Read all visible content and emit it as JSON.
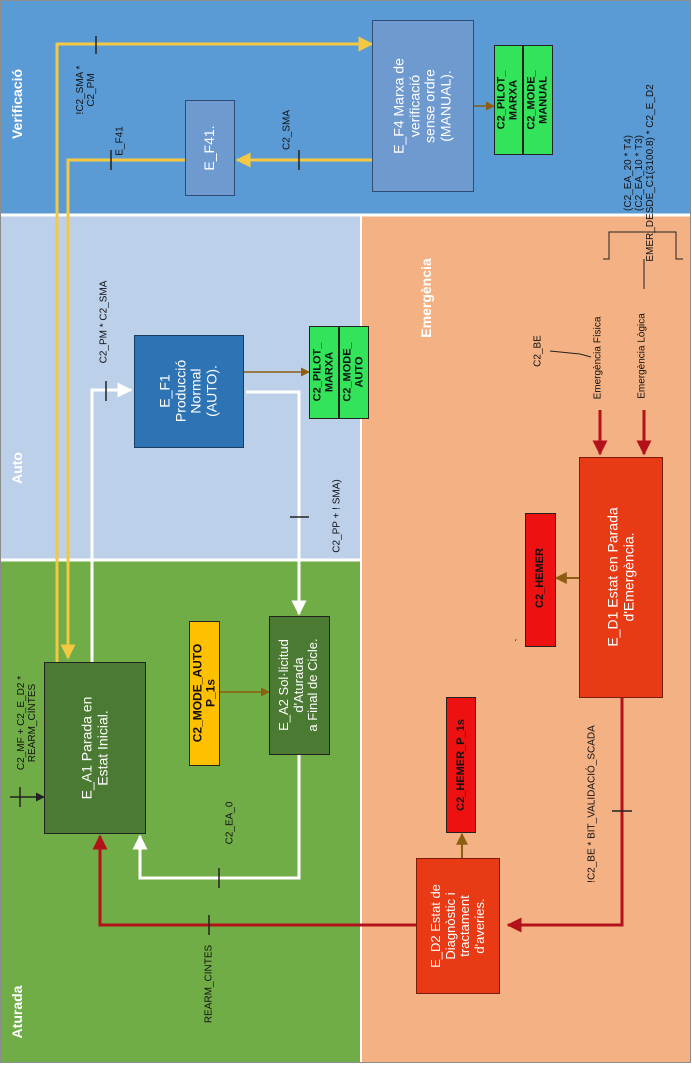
{
  "lanes": {
    "verificacio": "Verificació",
    "auto": "Auto",
    "aturada": "Aturada",
    "emergencia": "Emergència"
  },
  "states": {
    "e_f4": [
      "E_F4 Marxa de",
      "verificació",
      "sense ordre",
      "(MANUAL)."
    ],
    "e_f41": [
      "E_F41."
    ],
    "e_f1": [
      "E_F1",
      "Producció",
      "Normal",
      "(AUTO)."
    ],
    "e_a1": [
      "E_A1 Parada en",
      "Estat Inicial."
    ],
    "e_a2": [
      "E_A2 Sol·licitud",
      "d'Aturada",
      "a Final de Cicle."
    ],
    "e_d1": [
      "E_D1 Estat en Parada",
      "d'Emergència."
    ],
    "e_d2": [
      "E_D2 Estat de",
      "Diagnòstic i",
      "tractament",
      "d'averies."
    ]
  },
  "actions": {
    "pilot_marxa_f4": [
      "C2_PILOT_",
      "MARXA"
    ],
    "mode_manual": [
      "C2_MODE_",
      "MANUAL"
    ],
    "pilot_marxa_f1": [
      "C2_PILOT_",
      "MARXA"
    ],
    "mode_auto": [
      "C2_MODE_",
      "AUTO"
    ],
    "mode_auto_p1s": [
      "C2_MODE_AUTO",
      "P_1s"
    ],
    "hemer": "C2_HEMER",
    "hemer_p1s": "C2_HEMER_P_1s"
  },
  "conditions": {
    "sma_pm": [
      "!C2_SMA *",
      "C2_PM"
    ],
    "e_f41": "E_F41",
    "c2_sma": "C2_SMA",
    "pm_sma": "C2_PM * C2_SMA",
    "pp_sma": "C2_PP + ! SMA)",
    "ea_0": "C2_EA_0",
    "rearm_cintes": "REARM_CINTES",
    "mf_ed2": [
      "C2_MF + C2_E_D2 *",
      "REARM_CINTES"
    ],
    "be_validacio": "!C2_BE * BIT_VALIDACIÓ_SCADA",
    "c2_be": "C2_BE",
    "emer_fisica": "Emergència Física",
    "emer_logica": "Emergència Lògica",
    "emer_formula": [
      "(C2_EA_20 * T4)",
      "(C2_EA_10 * T3)",
      "EMER_DESDE_C1(3100.8) * C2_E_D2"
    ],
    "tick_mark": "`"
  },
  "colors": {
    "lane_verificacio": "#5b9bd5",
    "lane_auto": "#bdd0ea",
    "lane_aturada": "#70ad47",
    "lane_emergencia": "#f4b183",
    "state_blue_dark": "#2e74b5",
    "state_blue_light": "#6f9ad0",
    "state_green": "#4b7a32",
    "state_red": "#e83a15",
    "action_green": "#33e35a",
    "action_yellow": "#ffc000",
    "action_red": "#ee1111",
    "arrow_yellow": "#f5c842",
    "arrow_red": "#b4121a",
    "arrow_brown": "#8b5e12",
    "arrow_white": "#ffffff",
    "line_dark": "#222222"
  }
}
